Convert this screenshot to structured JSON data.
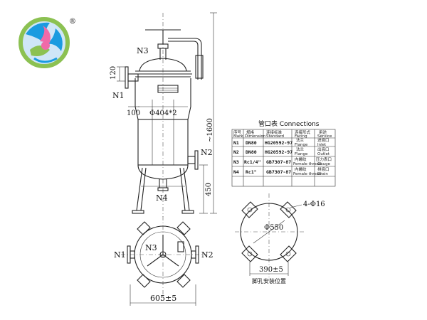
{
  "logo": {
    "registered_mark": "®"
  },
  "elevation_view": {
    "labels": {
      "n3": "N3",
      "n1": "N1",
      "n2": "N2",
      "n4": "N4"
    },
    "dimensions": {
      "nozzle_offset": "120",
      "side_offset": "100",
      "diameter": "Φ404*2",
      "total_height": "~1600",
      "leg_height": "450"
    }
  },
  "plan_view": {
    "labels": {
      "n1": "N1",
      "n2": "N2",
      "n3": "N3"
    },
    "dimensions": {
      "leg_span": "605±5"
    }
  },
  "connections_table": {
    "title": "管口表 Connections",
    "headers": [
      {
        "top": "序号",
        "bottom": "Mark"
      },
      {
        "top": "规格",
        "bottom": "Dimension"
      },
      {
        "top": "连接标准",
        "bottom": "Standard"
      },
      {
        "top": "连接形式",
        "bottom": "Facing"
      },
      {
        "top": "用途",
        "bottom": "Service"
      }
    ],
    "rows": [
      {
        "mark": "N1",
        "dimension": "DN80",
        "standard": "HG20592-97",
        "facing": "法兰",
        "facing_en": "Flange",
        "service": "进液口",
        "service_en": "Inlet"
      },
      {
        "mark": "N2",
        "dimension": "DN80",
        "standard": "HG20592-97",
        "facing": "法兰",
        "facing_en": "Flange",
        "service": "出液口",
        "service_en": "Outlet"
      },
      {
        "mark": "N3",
        "dimension": "Rc1/4\"",
        "standard": "GB7307-87",
        "facing": "内螺纹",
        "facing_en": "Female thread",
        "service": "压力表口",
        "service_en": "Gauge"
      },
      {
        "mark": "N4",
        "dimension": "Rc1\"",
        "standard": "GB7307-87",
        "facing": "内螺纹",
        "facing_en": "Female thread",
        "service": "排液口",
        "service_en": "Drain"
      }
    ]
  },
  "foot_hole_view": {
    "bolt_holes": "4-Φ16",
    "diameter": "Φ550",
    "span": "390±5",
    "caption": "脚孔安装位置"
  }
}
